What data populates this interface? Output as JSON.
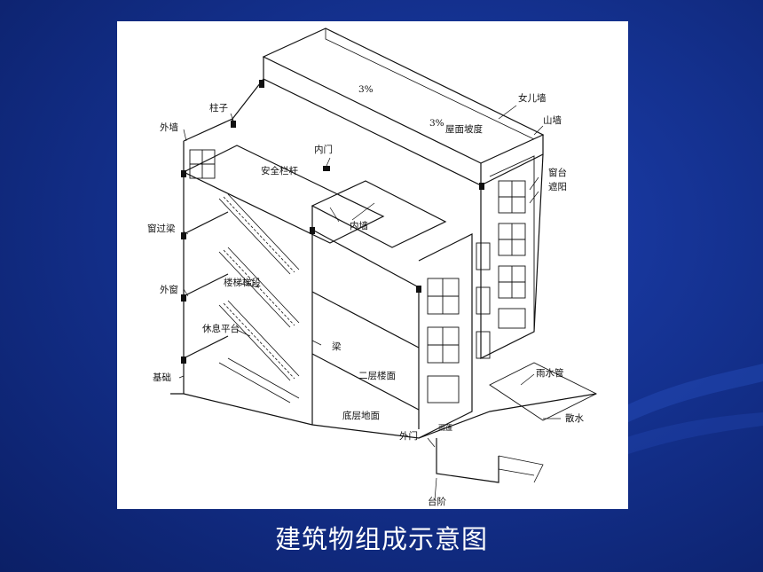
{
  "caption": "建筑物组成示意图",
  "labels": {
    "slope_top": "3%",
    "slope_mid": "3%",
    "roof_slope": "屋面坡度",
    "parapet": "女儿墙",
    "gable_wall": "山墙",
    "column": "柱子",
    "exterior_wall": "外墙",
    "inner_door": "内门",
    "safety_railing": "安全栏杆",
    "window_sill": "窗台",
    "sunshade": "遮阳",
    "lintel": "窗过梁",
    "inner_wall": "内墙",
    "exterior_window": "外窗",
    "stair_flight": "楼梯梯段",
    "landing": "休息平台",
    "beam": "梁",
    "foundation": "基础",
    "rain_pipe": "雨水管",
    "second_floor": "二层楼面",
    "ground_floor": "底层地面",
    "apron": "散水",
    "canopy": "雨篷",
    "exterior_door": "外门",
    "steps": "台阶"
  },
  "colors": {
    "background": "#14318f",
    "panel": "#ffffff",
    "caption": "#ffffff",
    "ink": "#111111"
  }
}
